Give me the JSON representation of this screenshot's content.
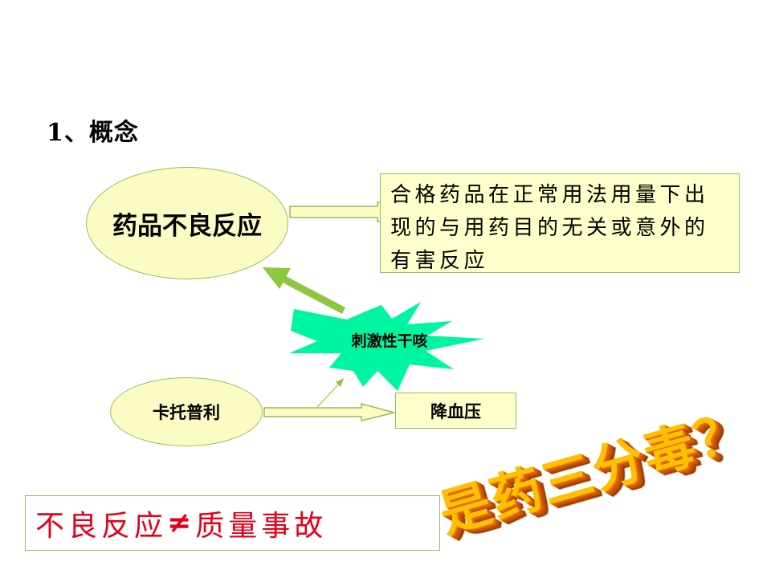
{
  "heading": "1、概念",
  "concept": {
    "term": "药品不良反应",
    "definition_lines": [
      "合格药品在正常用法用量下出",
      "现的与用药目的无关或意外的",
      "有害反应"
    ]
  },
  "example": {
    "drug": "卡托普利",
    "intended_effect": "降血压",
    "adverse_effect": "刺激性干咳"
  },
  "note": {
    "left": "不良反应",
    "symbol": "≠",
    "right": "质量事故"
  },
  "wordart": "是药三分毒？",
  "colors": {
    "ellipse_fill": "#fbfbc4",
    "box_fill": "#ffffcc",
    "border_green": "#9bbb59",
    "arrow_green": "#8dc63f",
    "starburst": "#00f5a0",
    "note_red": "#e3001b",
    "wordart_face": "#ffc000",
    "wordart_side": "#e36c09"
  }
}
